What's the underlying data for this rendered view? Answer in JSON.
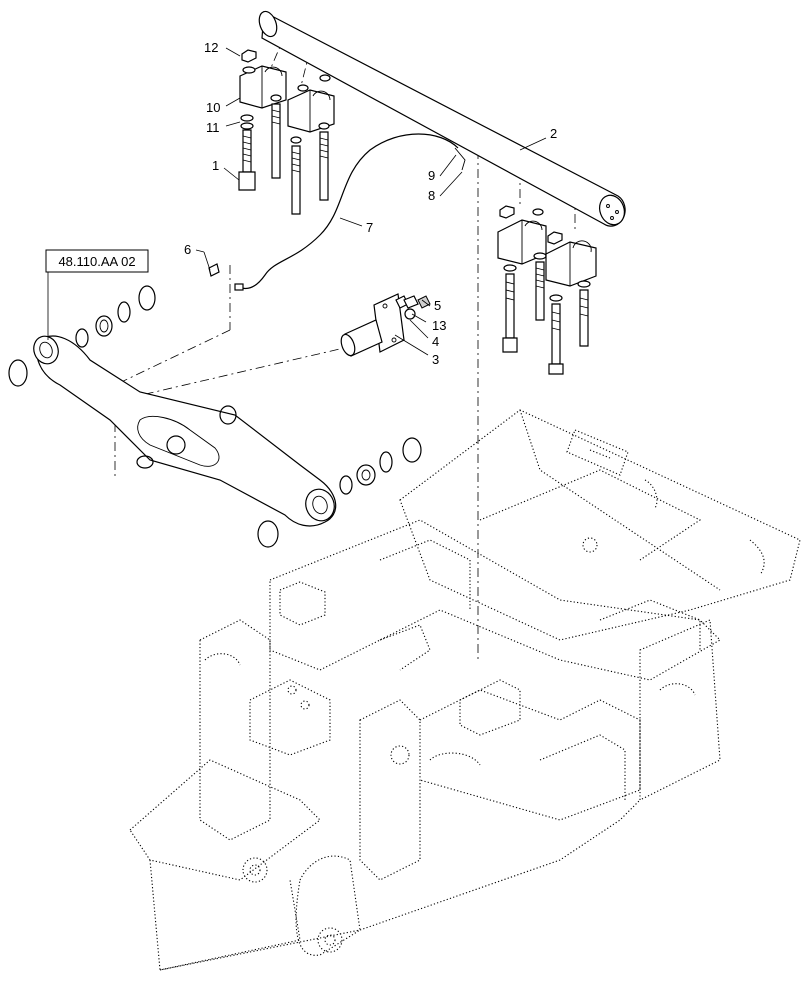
{
  "callouts": [
    {
      "id": "c1",
      "label": "1"
    },
    {
      "id": "c2",
      "label": "2"
    },
    {
      "id": "c3",
      "label": "3"
    },
    {
      "id": "c4",
      "label": "4"
    },
    {
      "id": "c5",
      "label": "5"
    },
    {
      "id": "c6",
      "label": "6"
    },
    {
      "id": "c7",
      "label": "7"
    },
    {
      "id": "c8",
      "label": "8"
    },
    {
      "id": "c9",
      "label": "9"
    },
    {
      "id": "c10",
      "label": "10"
    },
    {
      "id": "c11",
      "label": "11"
    },
    {
      "id": "c12",
      "label": "12"
    },
    {
      "id": "c13",
      "label": "13"
    }
  ],
  "reference_box": {
    "label": "48.110.AA 02"
  }
}
